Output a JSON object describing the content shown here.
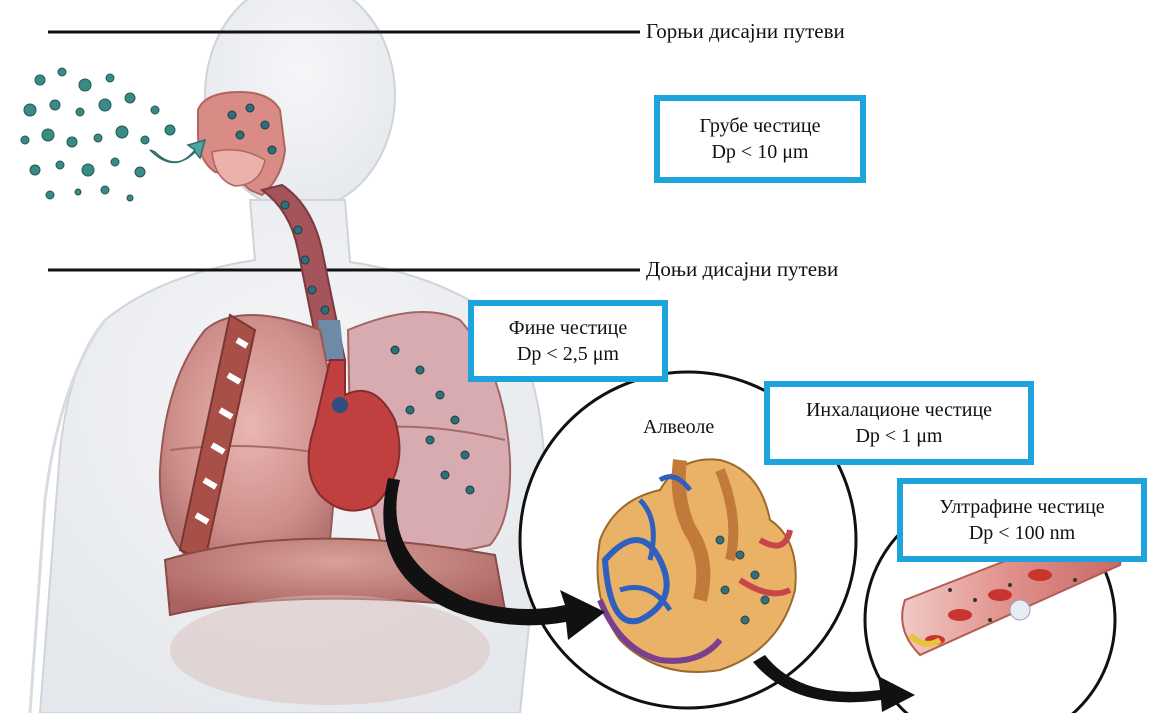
{
  "labels": {
    "upper_airways": "Горњи дисајни путеви",
    "lower_airways": "Доњи дисајни путеви",
    "alveoli": "Алвеоле"
  },
  "boxes": {
    "coarse": {
      "name": "Грубе честице",
      "size": "Dp < 10 μm"
    },
    "fine": {
      "name": "Фине честице",
      "size": "Dp < 2,5 μm"
    },
    "inhalable": {
      "name": "Инхалационе честице",
      "size": "Dp < 1 μm"
    },
    "ultrafine": {
      "name": "Ултрафине честице",
      "size": "Dp < 100 nm"
    }
  },
  "colors": {
    "box_border": "#1ea4dc",
    "lung": "#c98a8a",
    "trachea": "#a0505a",
    "particle": "#3a8a86",
    "vessel_blue": "#2f5fbf",
    "vessel_red": "#c8454a",
    "body_outline": "#cfd4da"
  }
}
